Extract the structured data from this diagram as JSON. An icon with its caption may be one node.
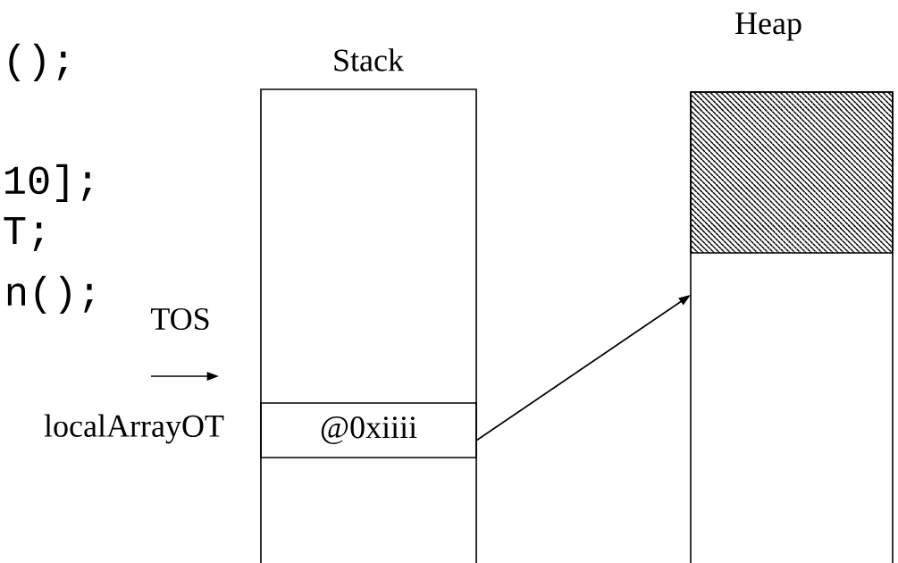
{
  "diagram": {
    "nodes": [
      {
        "text": [
          "Stack"
        ]
      },
      {
        "text": [
          "@0xiiii"
        ],
        "in": 0,
        "beside": [
          "localArrayOT"
        ]
      },
      {
        "text": [
          "Heap"
        ]
      },
      {
        "text": [],
        "shape": "box",
        "in": 2
      }
    ],
    "edges": [
      {
        "from": 1,
        "to": 2,
        "arrow": "to"
      }
    ],
    "labels": [
      "();",
      "10];",
      "T;",
      "n();",
      "TOS"
    ]
  }
}
